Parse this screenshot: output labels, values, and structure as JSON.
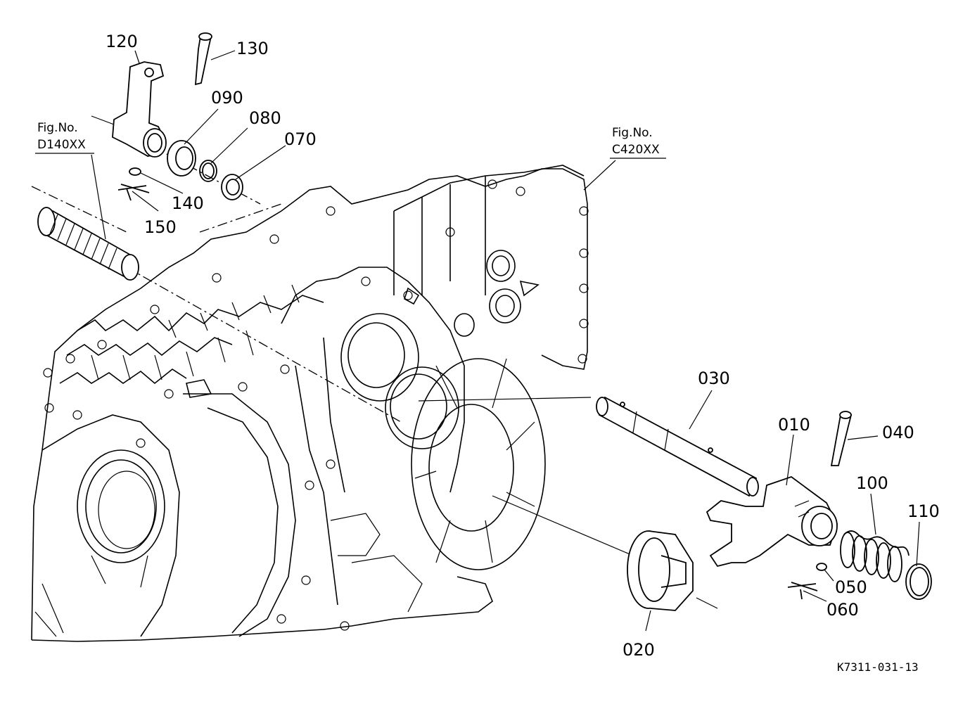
{
  "parts": [
    {
      "id": "010",
      "label": "010"
    },
    {
      "id": "020",
      "label": "020"
    },
    {
      "id": "030",
      "label": "030"
    },
    {
      "id": "040",
      "label": "040"
    },
    {
      "id": "050",
      "label": "050"
    },
    {
      "id": "060",
      "label": "060"
    },
    {
      "id": "070",
      "label": "070"
    },
    {
      "id": "080",
      "label": "080"
    },
    {
      "id": "090",
      "label": "090"
    },
    {
      "id": "100",
      "label": "100"
    },
    {
      "id": "110",
      "label": "110"
    },
    {
      "id": "120",
      "label": "120"
    },
    {
      "id": "130",
      "label": "130"
    },
    {
      "id": "140",
      "label": "140"
    },
    {
      "id": "150",
      "label": "150"
    }
  ],
  "fig_refs": [
    {
      "prefix": "Fig.No.",
      "code": "D140XX"
    },
    {
      "prefix": "Fig.No.",
      "code": "C420XX"
    }
  ],
  "drawing_code": "K7311-031-13"
}
